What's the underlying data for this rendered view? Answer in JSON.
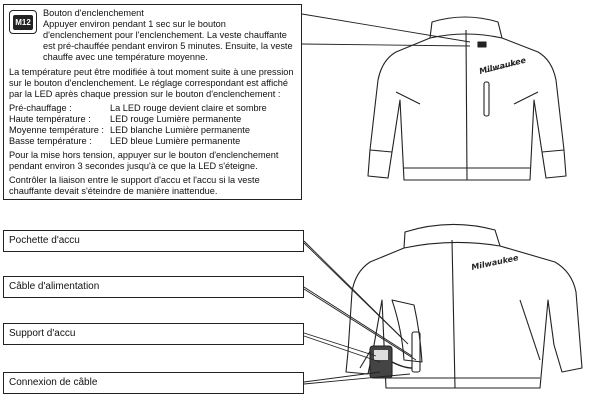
{
  "button_section": {
    "badge": "M12",
    "title": "Bouton d'enclenchement",
    "body": "Appuyer environ pendant 1 sec sur le bouton d'enclenchement pour l'enclenchement. La veste chauffante est pré-chauffée pendant environ 5 minutes. Ensuite, la veste chauffe avec une température moyenne."
  },
  "temperature_intro": "La température peut être modifiée à tout moment suite à une pression sur le bouton d'enclenchement. Le réglage correspondant est affiché par la LED après chaque pression sur le bouton d'enclenchement :",
  "levels": [
    {
      "label": "Pré-chauffage :",
      "desc": "La LED rouge devient claire et sombre"
    },
    {
      "label": "Haute température :",
      "desc": "LED rouge Lumière permanente"
    },
    {
      "label": "Moyenne température :",
      "desc": "LED blanche Lumière permanente"
    },
    {
      "label": "Basse température :",
      "desc": "LED bleue Lumière permanente"
    }
  ],
  "power_off": "Pour la mise hors tension, appuyer sur le bouton d'enclenchement pendant environ 3 secondes jusqu'à ce que la LED s'éteigne.",
  "check": "Contrôler la liaison entre le support d'accu et l'accu si la veste chauffante devait s'éteindre de manière inattendue.",
  "labels": {
    "battery_pocket": "Pochette d'accu",
    "power_cable": "Câble d'alimentation",
    "battery_holder": "Support d'accu",
    "cable_connection": "Connexion de câble"
  },
  "brand": "Milwaukee"
}
